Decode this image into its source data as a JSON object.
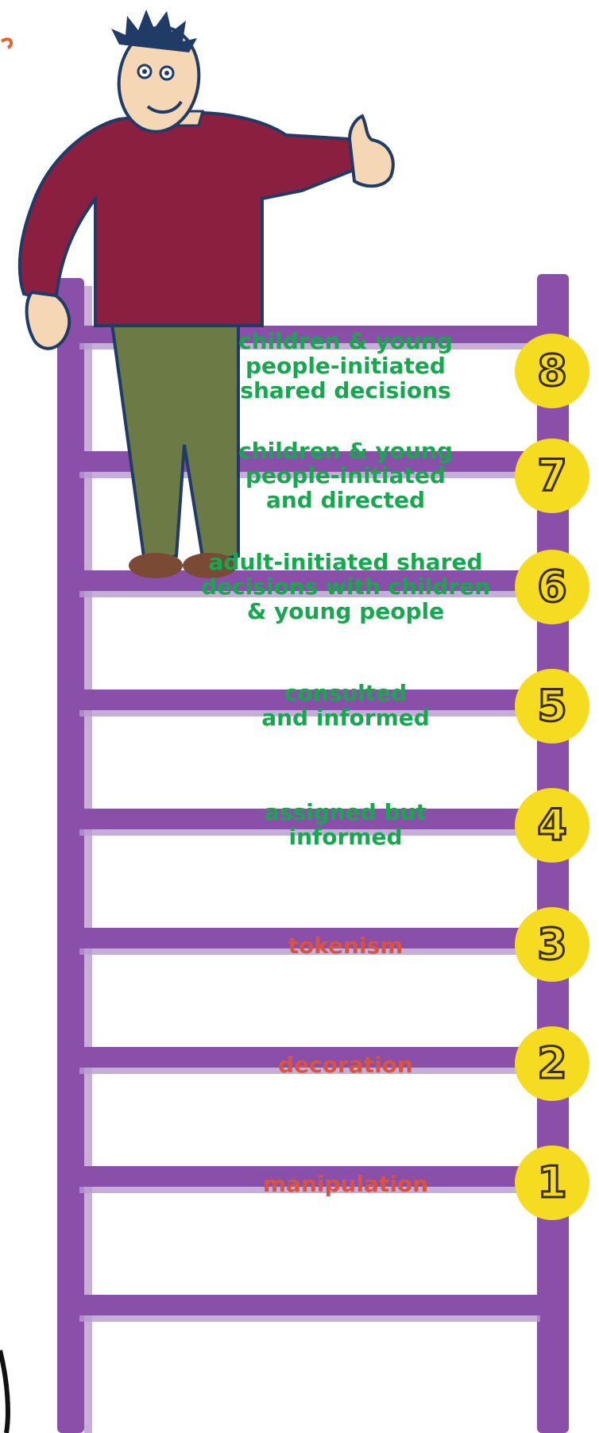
{
  "colors": {
    "ladder": "#8a4fa8",
    "green_text": "#17a84f",
    "red_text": "#d9533f",
    "badge": "#f6dc21",
    "sweater": "#8b1f3f",
    "trousers": "#6c7a45"
  },
  "rungs": [
    {
      "number": "8",
      "text": "children & young\npeople-initiated\nshared decisions",
      "tone": "green"
    },
    {
      "number": "7",
      "text": "children & young\npeople-initiated\nand directed",
      "tone": "green"
    },
    {
      "number": "6",
      "text": "adult-initiated shared\ndecisions with children\n& young people",
      "tone": "green"
    },
    {
      "number": "5",
      "text": "consulted\nand informed",
      "tone": "green"
    },
    {
      "number": "4",
      "text": "assigned but\ninformed",
      "tone": "green"
    },
    {
      "number": "3",
      "text": "tokenism",
      "tone": "red"
    },
    {
      "number": "2",
      "text": "decoration",
      "tone": "red"
    },
    {
      "number": "1",
      "text": "manipulation",
      "tone": "red"
    }
  ]
}
